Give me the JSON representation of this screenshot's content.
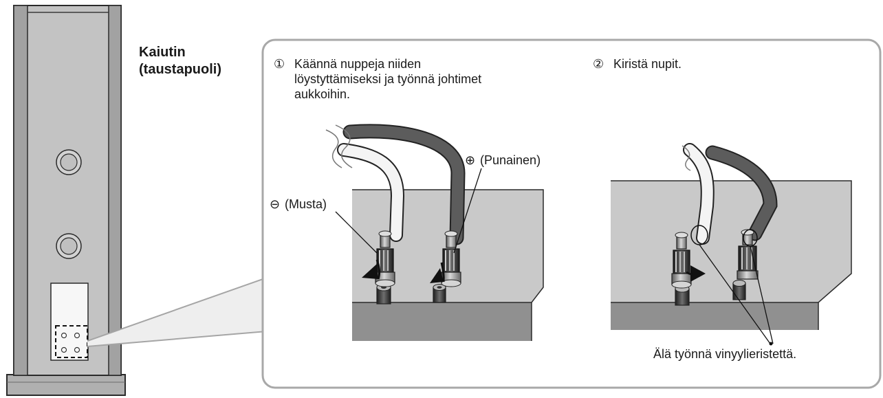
{
  "speaker_label": {
    "line1": "Kaiutin",
    "line2": "(taustapuoli)"
  },
  "step1": {
    "number": "①",
    "line1": "Käännä nuppeja niiden",
    "line2": "löystyttämiseksi ja työnnä johtimet",
    "line3": "aukkoihin."
  },
  "step2": {
    "number": "②",
    "text": "Kiristä nupit."
  },
  "terminals": {
    "positive_symbol": "⊕",
    "positive_label": "(Punainen)",
    "negative_symbol": "⊖",
    "negative_label": "(Musta)"
  },
  "warning": "Älä työnnä vinyylieristettä."
}
